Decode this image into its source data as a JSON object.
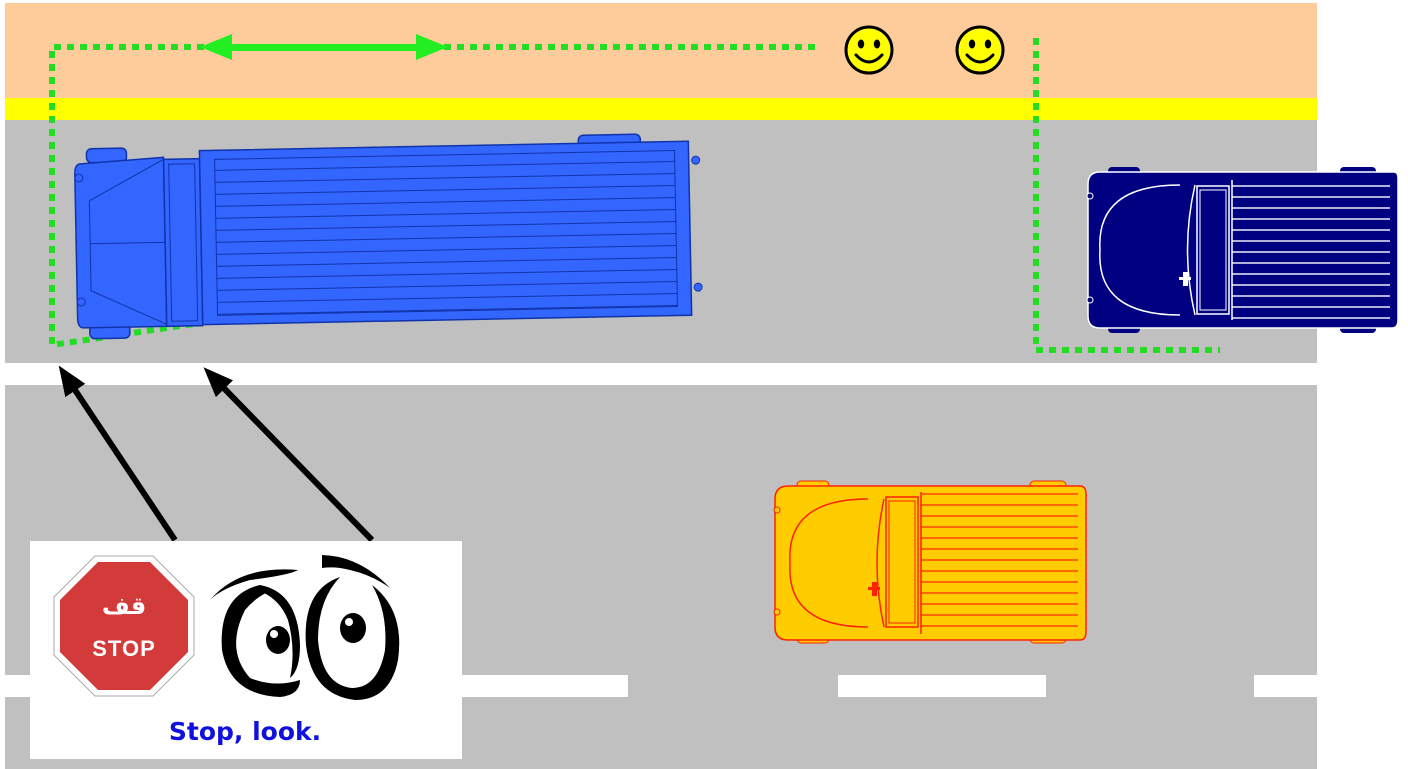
{
  "sign": {
    "arabic_text": "قف",
    "text": "STOP",
    "color": "#d33a3a"
  },
  "caption": "Stop, look.",
  "colors": {
    "sidewalk": "#fdcc9a",
    "curb": "#ffff00",
    "road": "#c0c0c0",
    "lane_marking": "#ffffff",
    "path": "#22dd22",
    "arrow": "#000000",
    "truck": "#3366ff",
    "van": "#000080",
    "car": "#ffcc00",
    "car_outline": "#ff0000",
    "smiley": "#ffff00"
  },
  "icons": [
    "smiley-face-icon",
    "stop-sign-icon",
    "eyes-icon",
    "truck-icon",
    "van-icon",
    "car-icon"
  ]
}
